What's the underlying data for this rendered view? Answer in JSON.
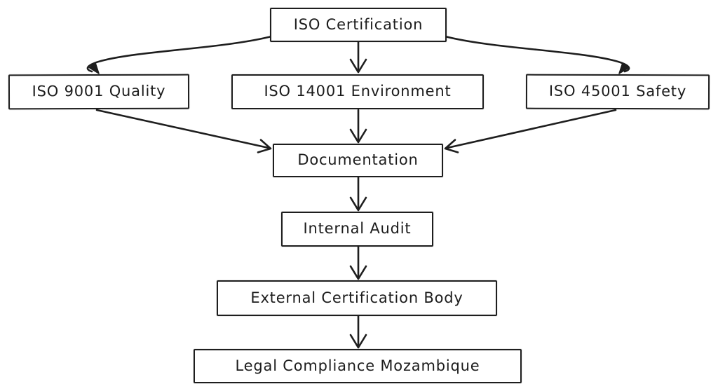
{
  "diagram": {
    "type": "flowchart",
    "style": "hand-drawn",
    "background": "#ffffff",
    "stroke_color": "#1e1e1e",
    "node_fill": "#ffffff",
    "nodes": [
      {
        "id": "iso-certification",
        "label": "ISO Certification"
      },
      {
        "id": "iso-9001-quality",
        "label": "ISO 9001 Quality"
      },
      {
        "id": "iso-14001-environment",
        "label": "ISO 14001 Environment"
      },
      {
        "id": "iso-45001-safety",
        "label": "ISO 45001 Safety"
      },
      {
        "id": "documentation",
        "label": "Documentation"
      },
      {
        "id": "internal-audit",
        "label": "Internal Audit"
      },
      {
        "id": "external-certification-body",
        "label": "External Certification Body"
      },
      {
        "id": "legal-compliance-mozambique",
        "label": "Legal Compliance Mozambique"
      }
    ],
    "edges": [
      {
        "from": "iso-certification",
        "to": "iso-9001-quality"
      },
      {
        "from": "iso-certification",
        "to": "iso-14001-environment"
      },
      {
        "from": "iso-certification",
        "to": "iso-45001-safety"
      },
      {
        "from": "iso-9001-quality",
        "to": "documentation"
      },
      {
        "from": "iso-14001-environment",
        "to": "documentation"
      },
      {
        "from": "iso-45001-safety",
        "to": "documentation"
      },
      {
        "from": "documentation",
        "to": "internal-audit"
      },
      {
        "from": "internal-audit",
        "to": "external-certification-body"
      },
      {
        "from": "external-certification-body",
        "to": "legal-compliance-mozambique"
      }
    ]
  }
}
